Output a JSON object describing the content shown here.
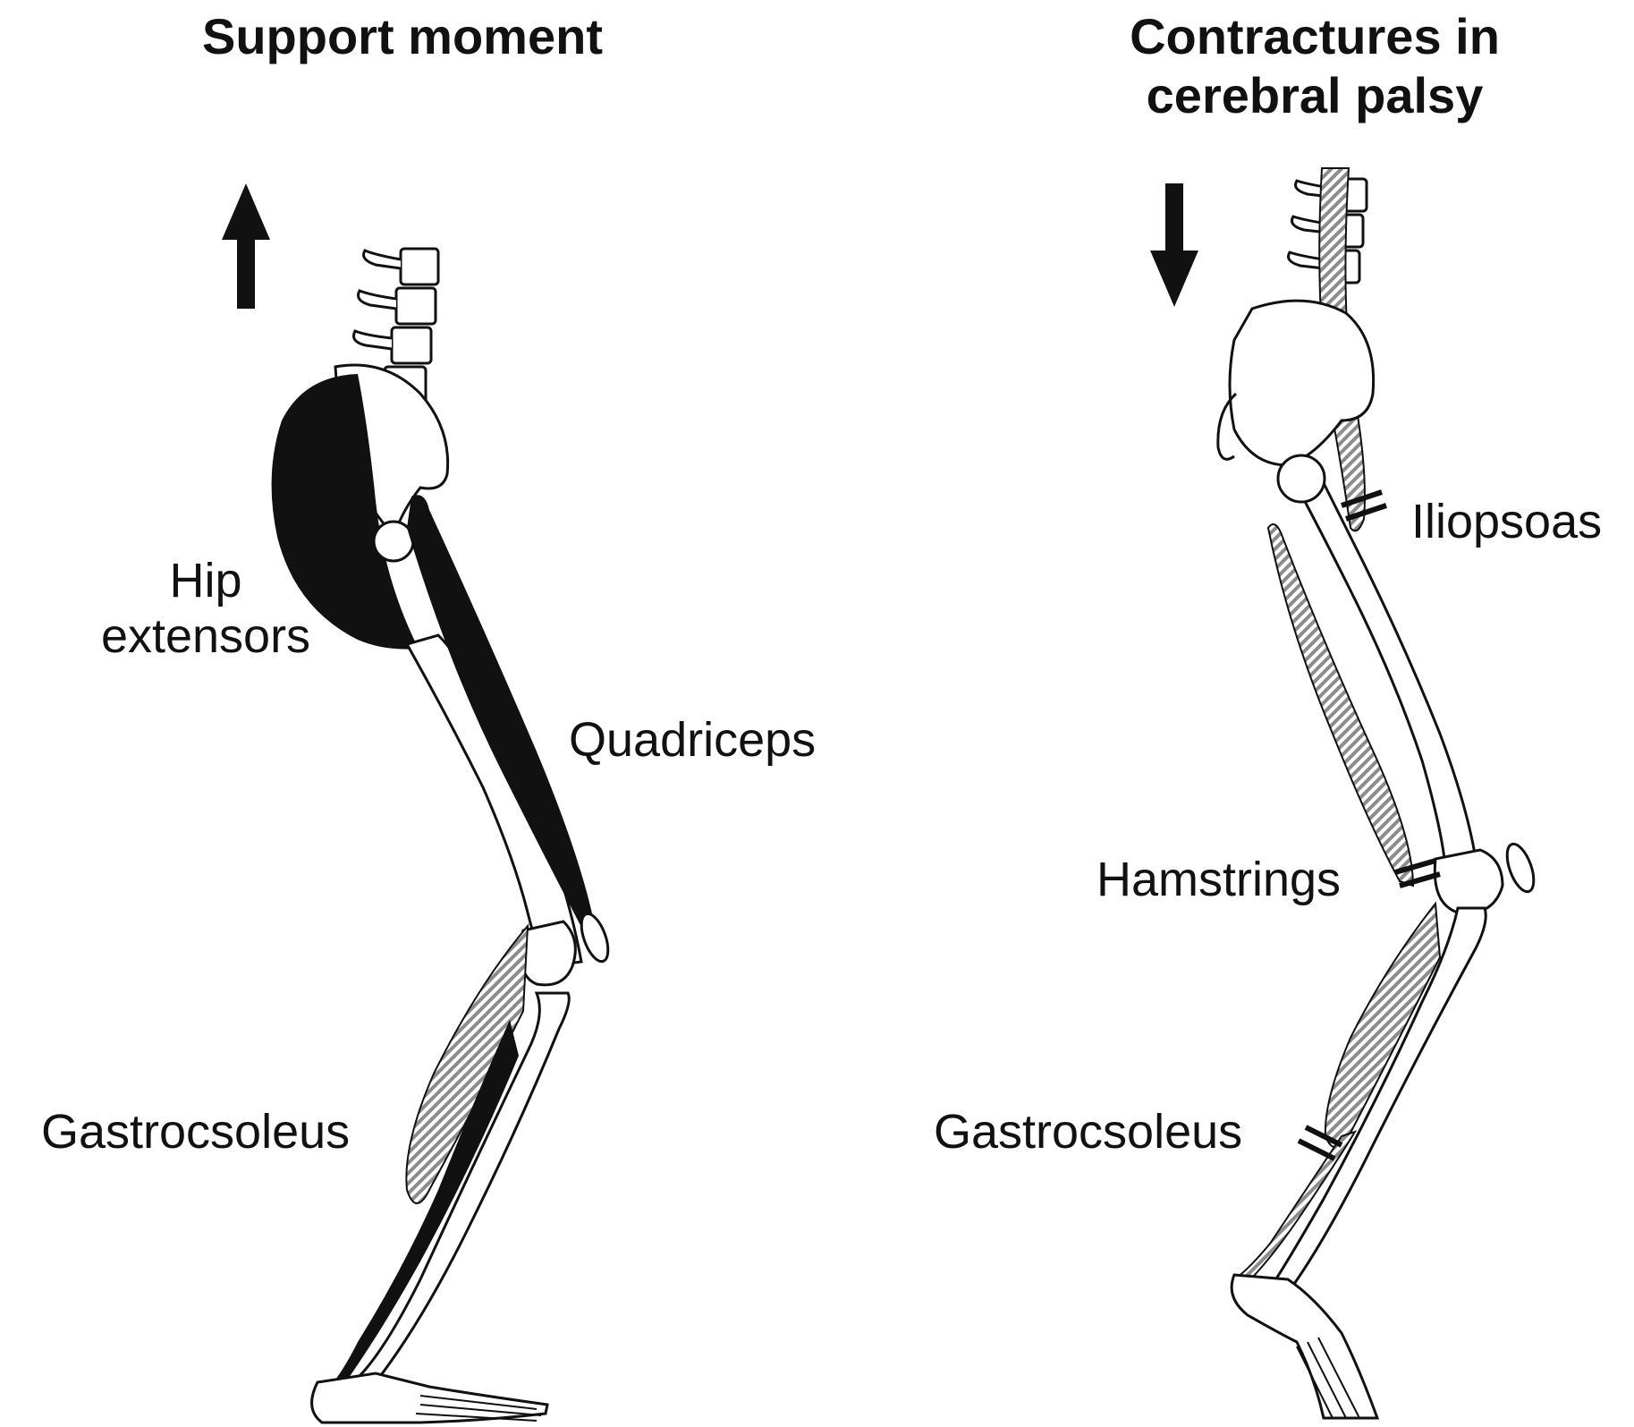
{
  "panels": {
    "left": {
      "title_line1": "Support moment",
      "title_line2": "",
      "arrow": "up",
      "labels": {
        "hip_line1": "Hip",
        "hip_line2": "extensors",
        "quadriceps": "Quadriceps",
        "gastrocsoleus": "Gastrocsoleus"
      }
    },
    "right": {
      "title_line1": "Contractures in",
      "title_line2": "cerebral palsy",
      "arrow": "down",
      "labels": {
        "iliopsoas": "Iliopsoas",
        "hamstrings": "Hamstrings",
        "gastrocsoleus": "Gastrocsoleus"
      }
    }
  },
  "colors": {
    "ink": "#111111",
    "bone_fill": "#ffffff",
    "muscle_active": "#111111",
    "muscle_hatched": "#9a9a9a"
  }
}
